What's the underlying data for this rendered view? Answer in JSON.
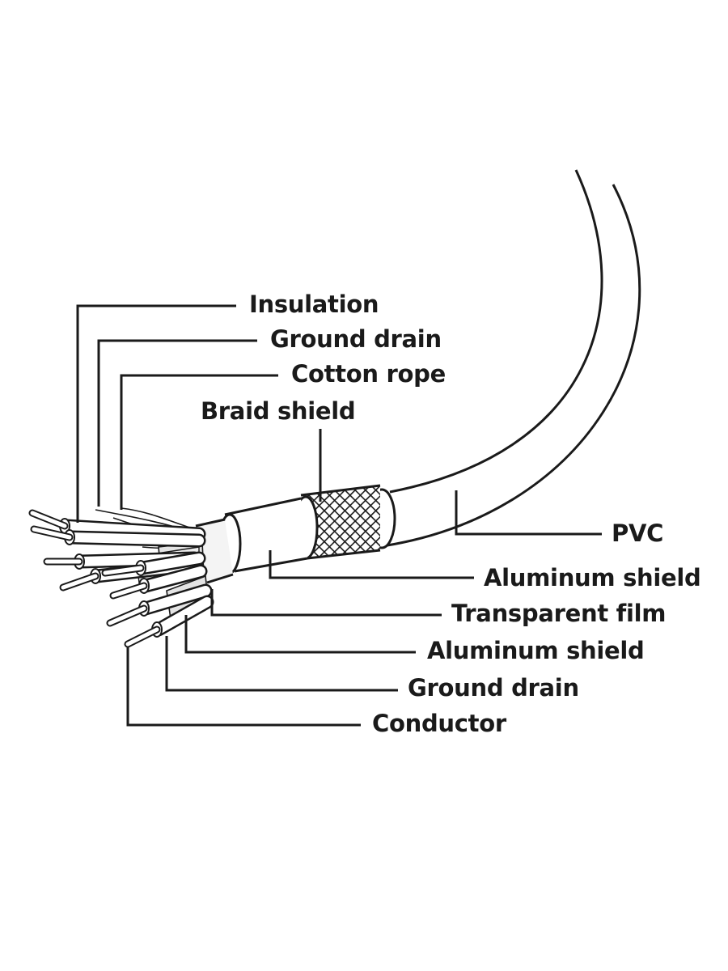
{
  "labels": {
    "insulation": "Insulation",
    "ground_drain_top": "Ground drain",
    "cotton_rope": "Cotton rope",
    "braid_shield": "Braid shield",
    "pvc": "PVC",
    "aluminum_shield_outer": "Aluminum shield",
    "transparent_film": "Transparent film",
    "aluminum_shield_inner": "Aluminum shield",
    "ground_drain_bottom": "Ground drain",
    "conductor": "Conductor"
  },
  "colors": {
    "ink": "#1a1a1a",
    "background": "#ffffff",
    "foil": "#d9d9d9"
  }
}
